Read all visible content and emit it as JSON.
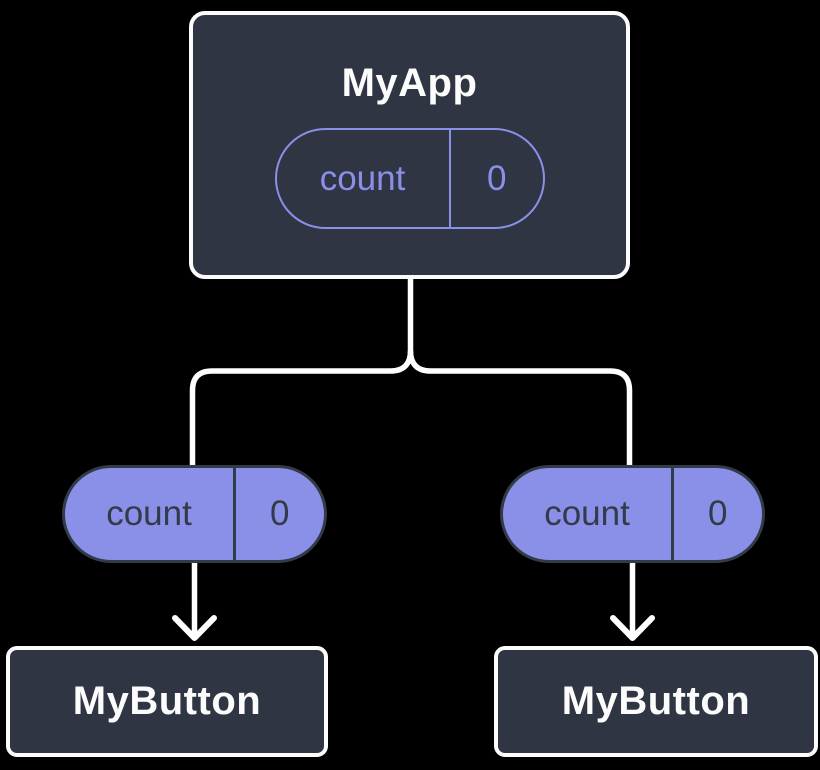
{
  "colors": {
    "background": "#000000",
    "node_fill": "#2F3542",
    "node_border": "#FCFCFC",
    "accent_purple": "#8A90E8",
    "pill_dark": "#333A48",
    "connector_line": "#FFFFFF"
  },
  "root": {
    "title": "MyApp",
    "state_name": "count",
    "state_value": "0"
  },
  "left_branch": {
    "state_name": "count",
    "state_value": "0",
    "title": "MyButton"
  },
  "right_branch": {
    "state_name": "count",
    "state_value": "0",
    "title": "MyButton"
  }
}
